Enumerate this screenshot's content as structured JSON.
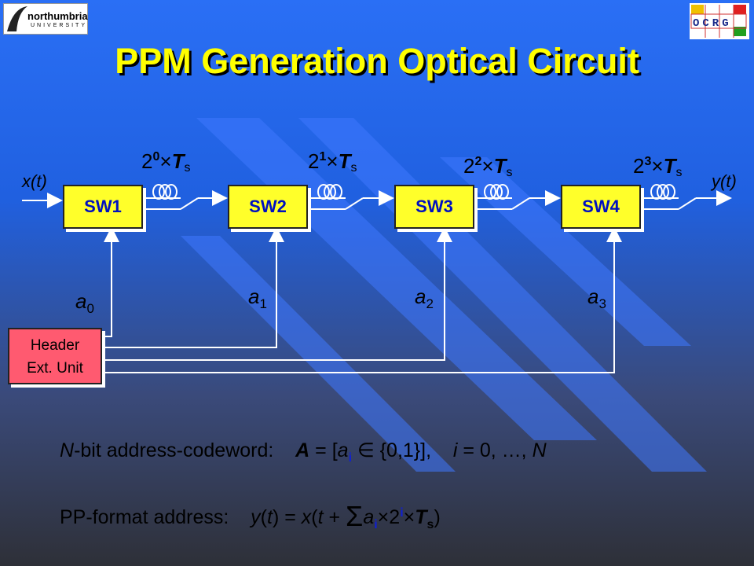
{
  "logos": {
    "left_name": "northumbria",
    "left_sub": "UNIVERSITY",
    "right_text": "OCRG"
  },
  "title": "PPM Generation Optical Circuit",
  "diagram": {
    "input_label": "x(t)",
    "output_label": "y(t)",
    "switches": [
      "SW1",
      "SW2",
      "SW3",
      "SW4"
    ],
    "delays": [
      {
        "base": "2",
        "exp": "0",
        "symbol": "×",
        "t": "T",
        "sub": "s"
      },
      {
        "base": "2",
        "exp": "1",
        "symbol": "×",
        "t": "T",
        "sub": "s"
      },
      {
        "base": "2",
        "exp": "2",
        "symbol": "×",
        "t": "T",
        "sub": "s"
      },
      {
        "base": "2",
        "exp": "3",
        "symbol": "×",
        "t": "T",
        "sub": "s"
      }
    ],
    "address_bits": [
      {
        "a": "a",
        "i": "0"
      },
      {
        "a": "a",
        "i": "1"
      },
      {
        "a": "a",
        "i": "2"
      },
      {
        "a": "a",
        "i": "3"
      }
    ],
    "header_unit": [
      "Header",
      "Ext. Unit"
    ]
  },
  "equations": {
    "codeword_label": "-bit address-codeword:",
    "codeword_N": "N",
    "pp_label": "PP-format address:"
  }
}
